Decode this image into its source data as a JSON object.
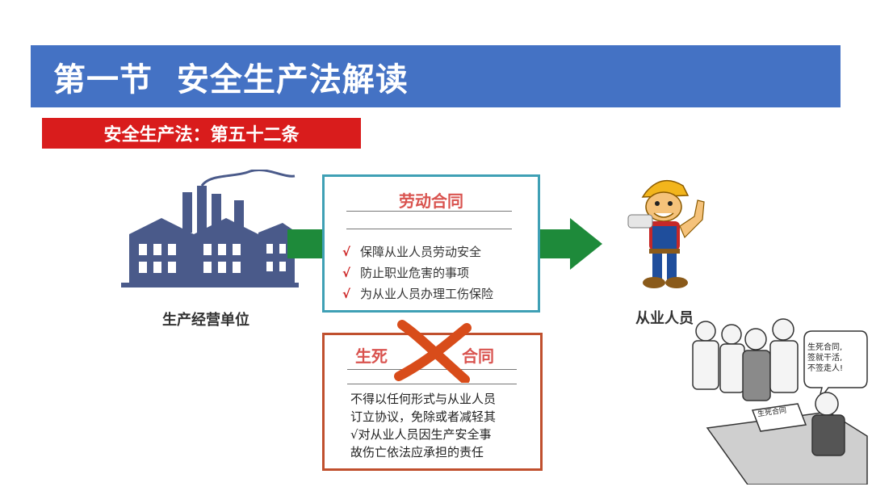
{
  "header": {
    "title": "第一节  安全生产法解读"
  },
  "subheader": {
    "title": "安全生产法：第五十二条"
  },
  "employer": {
    "label": "生产经营单位"
  },
  "worker": {
    "label": "从业人员"
  },
  "contract": {
    "title": "劳动合同",
    "check_symbol": "√",
    "items": [
      "保障从业人员劳动安全",
      "防止职业危害的事项",
      "为从业人员办理工伤保险"
    ]
  },
  "death_contract": {
    "title_left": "生死",
    "title_right": "合同",
    "lines": [
      "不得以任何形式与从业人员",
      "订立协议，免除或者减轻其",
      "√对从业人员因生产安全事",
      "故伤亡依法应承担的责任"
    ]
  },
  "cartoon": {
    "speech_lines": [
      "生死合同,",
      "签就干活,",
      "不签走人!"
    ],
    "document_label": "生死合同"
  },
  "colors": {
    "header_blue": "#4472c4",
    "subheader_red": "#d91c1c",
    "arrow_green": "#1e8a3a",
    "contract_border": "#3fa0b5",
    "death_border": "#c0502e",
    "factory_blue": "#4a5a8a"
  }
}
